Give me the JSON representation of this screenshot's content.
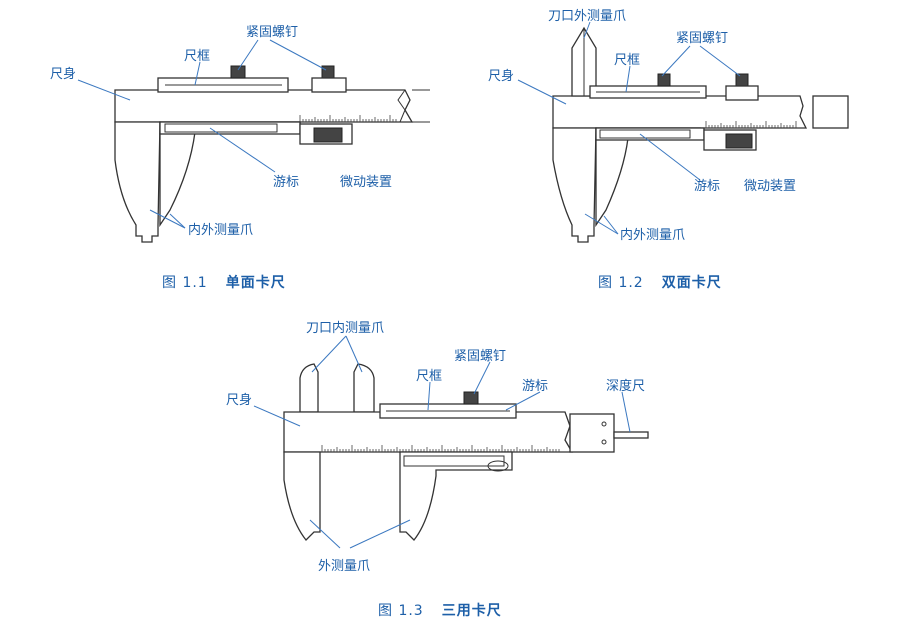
{
  "colors": {
    "label": "#1d5fa8",
    "leader": "#3b78c0",
    "outline": "#333333"
  },
  "fig1": {
    "caption_num": "图 1.1",
    "caption_title": "单面卡尺",
    "labels": {
      "frame": "尺框",
      "screws": "紧固螺钉",
      "body": "尺身",
      "vernier": "游标",
      "fine_adjust": "微动装置",
      "jaws": "内外测量爪"
    }
  },
  "fig2": {
    "caption_num": "图 1.2",
    "caption_title": "双面卡尺",
    "labels": {
      "knife_outer": "刀口外测量爪",
      "screws": "紧固螺钉",
      "frame": "尺框",
      "body": "尺身",
      "vernier": "游标",
      "fine_adjust": "微动装置",
      "jaws": "内外测量爪"
    }
  },
  "fig3": {
    "caption_num": "图 1.3",
    "caption_title": "三用卡尺",
    "labels": {
      "knife_inner": "刀口内测量爪",
      "screw": "紧固螺钉",
      "frame": "尺框",
      "vernier": "游标",
      "depth": "深度尺",
      "body": "尺身",
      "outer_jaws": "外测量爪"
    }
  }
}
